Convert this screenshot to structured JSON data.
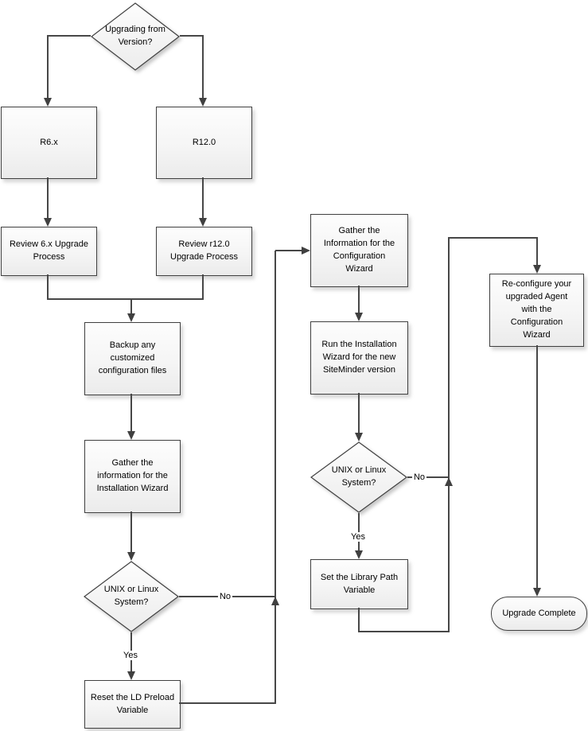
{
  "diagram": {
    "background_color": "#ffffff",
    "line_color": "#474747",
    "node_border_color": "#404040",
    "node_fill_top": "#fdfdfd",
    "node_fill_bottom": "#ebebeb",
    "nodes": {
      "upgrading_from_version": {
        "type": "decision",
        "label": [
          "Upgrading from",
          "Version?"
        ]
      },
      "r6x": {
        "type": "process",
        "label": "R6.x"
      },
      "r12": {
        "type": "process",
        "label": "R12.0"
      },
      "review_6x": {
        "type": "process",
        "label": [
          "Review 6.x Upgrade",
          "Process"
        ]
      },
      "review_r12": {
        "type": "process",
        "label": [
          "Review r12.0",
          "Upgrade Process"
        ]
      },
      "backup": {
        "type": "process",
        "label": [
          "Backup any",
          "customized",
          "configuration files"
        ]
      },
      "gather_install": {
        "type": "process",
        "label": [
          "Gather the",
          "information for the",
          "Installation Wizard"
        ]
      },
      "unix_linux_left": {
        "type": "decision",
        "label": [
          "UNIX or Linux",
          "System?"
        ]
      },
      "reset_ld": {
        "type": "process",
        "label": [
          "Reset the LD Preload",
          "Variable"
        ]
      },
      "gather_config": {
        "type": "process",
        "label": [
          "Gather the",
          "Information for the",
          "Configuration",
          "Wizard"
        ]
      },
      "run_install": {
        "type": "process",
        "label": [
          "Run the Installation",
          "Wizard for the new",
          "SiteMinder version"
        ]
      },
      "unix_linux_right": {
        "type": "decision",
        "label": [
          "UNIX or Linux",
          "System?"
        ]
      },
      "set_library": {
        "type": "process",
        "label": [
          "Set the Library Path",
          "Variable"
        ]
      },
      "reconfigure": {
        "type": "process",
        "label": [
          "Re-configure your",
          "upgraded Agent",
          "with the",
          "Configuration",
          "Wizard"
        ]
      },
      "upgrade_complete": {
        "type": "terminator",
        "label": "Upgrade Complete"
      }
    },
    "edges": [
      {
        "from": "upgrading_from_version",
        "to": "r6x",
        "label": ""
      },
      {
        "from": "upgrading_from_version",
        "to": "r12",
        "label": ""
      },
      {
        "from": "r6x",
        "to": "review_6x",
        "label": ""
      },
      {
        "from": "r12",
        "to": "review_r12",
        "label": ""
      },
      {
        "from": "review_6x",
        "to": "backup",
        "label": ""
      },
      {
        "from": "review_r12",
        "to": "backup",
        "label": ""
      },
      {
        "from": "backup",
        "to": "gather_install",
        "label": ""
      },
      {
        "from": "gather_install",
        "to": "unix_linux_left",
        "label": ""
      },
      {
        "from": "unix_linux_left",
        "to": "reset_ld",
        "label": "Yes"
      },
      {
        "from": "unix_linux_left",
        "to": "gather_config",
        "label": "No"
      },
      {
        "from": "reset_ld",
        "to": "gather_config",
        "label": ""
      },
      {
        "from": "gather_config",
        "to": "run_install",
        "label": ""
      },
      {
        "from": "run_install",
        "to": "unix_linux_right",
        "label": ""
      },
      {
        "from": "unix_linux_right",
        "to": "set_library",
        "label": "Yes"
      },
      {
        "from": "unix_linux_right",
        "to": "reconfigure",
        "label": "No"
      },
      {
        "from": "set_library",
        "to": "reconfigure",
        "label": ""
      },
      {
        "from": "reconfigure",
        "to": "upgrade_complete",
        "label": ""
      }
    ]
  }
}
